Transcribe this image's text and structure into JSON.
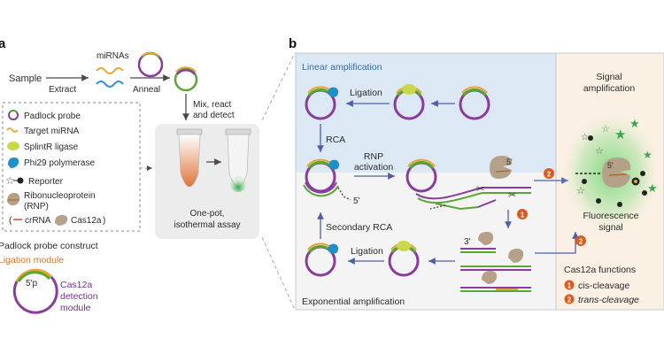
{
  "panel_a": {
    "label": "a",
    "workflow": {
      "sample": "Sample",
      "extract": "Extract",
      "mirnas": "miRNAs",
      "anneal": "Anneal",
      "mix_react_detect": [
        "Mix, react",
        "and detect"
      ],
      "one_pot": [
        "One-pot,",
        "isothermal assay"
      ]
    },
    "legend": {
      "padlock_probe": "Padlock probe",
      "target_mirna": "Target miRNA",
      "splintr_ligase": "SplintR ligase",
      "phi29_polymerase": "Phi29 polymerase",
      "reporter": "Reporter",
      "rnp": [
        "Ribonucleoprotein",
        "(RNP)"
      ],
      "crrna": "crRNA",
      "cas12a": "Cas12a"
    },
    "construct": {
      "title": "Padlock probe construct",
      "ligation_module": "Ligation module",
      "five_p": "5'p",
      "detection_module": [
        "Cas12a",
        "detection",
        "module"
      ]
    }
  },
  "panel_b": {
    "label": "b",
    "linear_amplification": "Linear amplification",
    "exponential_amplification": "Exponential amplification",
    "signal_amplification": [
      "Signal",
      "amplification"
    ],
    "ligation": "Ligation",
    "rca": "RCA",
    "rnp_activation": [
      "RNP",
      "activation"
    ],
    "secondary_rca": "Secondary RCA",
    "fluorescence_signal": [
      "Fluorescence",
      "signal"
    ],
    "five_prime": "5'",
    "three_prime": "3'",
    "cas12a_functions": {
      "title": "Cas12a functions",
      "items": [
        {
          "num": "1",
          "text": "cis-cleavage"
        },
        {
          "num": "2",
          "text": "trans-cleavage"
        }
      ]
    }
  },
  "colors": {
    "probe_green": "#5aa632",
    "probe_purple": "#8a3c9c",
    "mirna_orange": "#e8a33a",
    "ligase_yellow": "#c8d84a",
    "polymerase_blue": "#1f8fc9",
    "linear_bg": "#dce9f4",
    "signal_bg": "#fbf0e4",
    "fluorescence": "#7cd67c",
    "label_orange": "#d9731f",
    "label_blue": "#3a6f9e",
    "badge_orange": "#e0591c"
  }
}
